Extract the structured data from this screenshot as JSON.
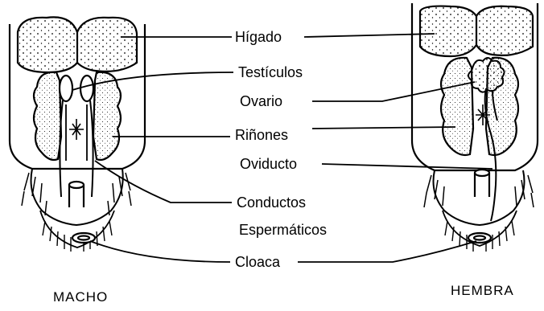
{
  "labels": {
    "higado": "Hígado",
    "testiculos": "Testículos",
    "ovario": "Ovario",
    "rinones": "Riñones",
    "oviducto": "Oviducto",
    "conductos": "Conductos",
    "espermaticos": "Espermáticos",
    "cloaca": "Cloaca"
  },
  "captions": {
    "left": "MACHO",
    "right": "HEMBRA"
  }
}
